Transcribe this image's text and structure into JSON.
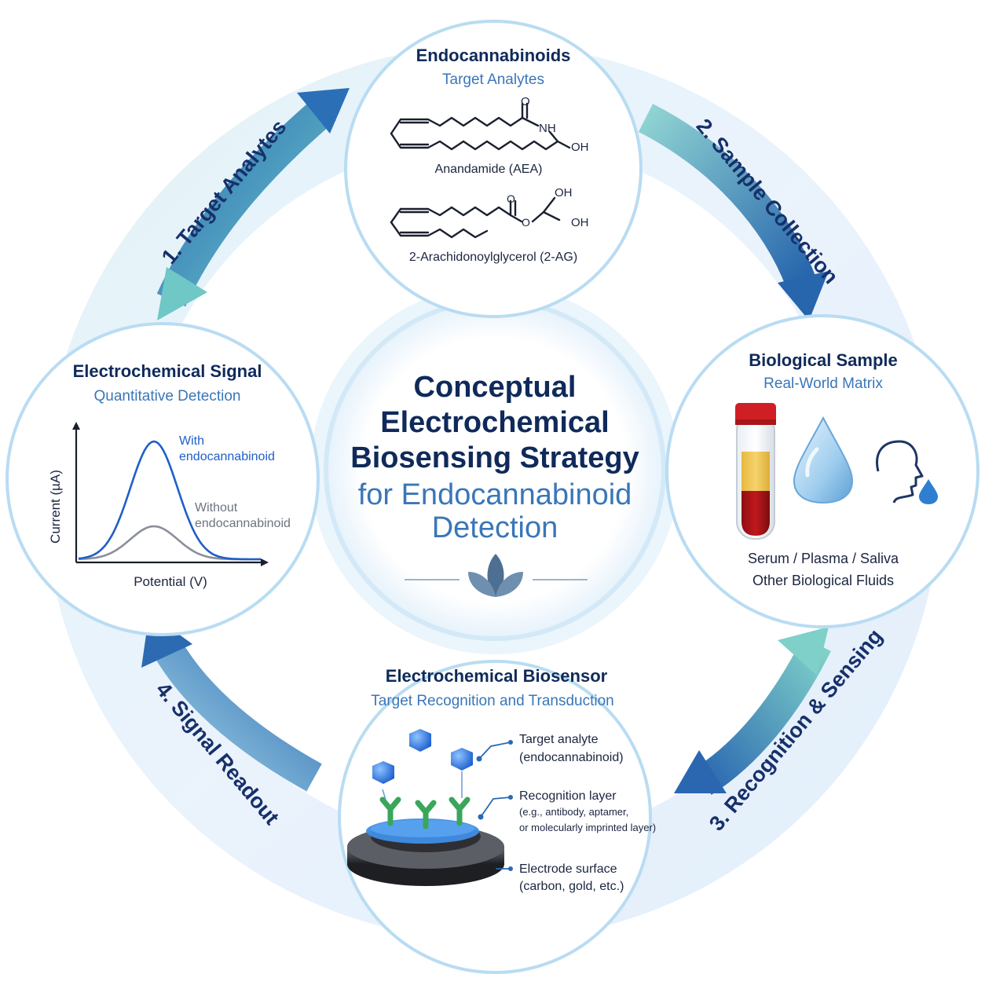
{
  "center": {
    "line1": "Conceptual",
    "line2": "Electrochemical",
    "line3": "Biosensing Strategy",
    "line4": "for Endocannabinoid",
    "line5": "Detection"
  },
  "top_node": {
    "title": "Endocannabinoids",
    "subtitle": "Target Analytes",
    "aea_label": "Anandamide (AEA)",
    "ag_label": "2-Arachidonoylglycerol (2-AG)",
    "atom_o": "O",
    "atom_nh": "NH",
    "atom_oh": "OH"
  },
  "right_node": {
    "title": "Biological Sample",
    "subtitle": "Real-World Matrix",
    "line1": "Serum / Plasma / Saliva",
    "line2": "Other Biological Fluids"
  },
  "bottom_node": {
    "title": "Electrochemical Biosensor",
    "subtitle": "Target Recognition and Transduction",
    "label_target_1": "Target analyte",
    "label_target_2": "(endocannabinoid)",
    "label_recog_1": "Recognition layer",
    "label_recog_2": "(e.g., antibody, aptamer,",
    "label_recog_3": "or molecularly imprinted layer)",
    "label_electrode_1": "Electrode surface",
    "label_electrode_2": "(carbon, gold, etc.)"
  },
  "left_node": {
    "title": "Electrochemical Signal",
    "subtitle": "Quantitative Detection",
    "ylabel": "Current (µA)",
    "xlabel": "Potential (V)",
    "with_1": "With",
    "with_2": "endocannabinoid",
    "without_1": "Without",
    "without_2": "endocannabinoid"
  },
  "arrows": {
    "step1": "1. Target Analytes",
    "step2": "2. Sample Collection",
    "step3": "3. Recognition & Sensing",
    "step4": "4. Signal Readout"
  },
  "colors": {
    "title": "#0f2a5a",
    "subtitle": "#3a76b8",
    "arrow_dark": "#2a6fb6",
    "arrow_teal": "#6cc5c8",
    "ring": "#cfe6f6",
    "node_border": "#b9dcf2",
    "with_curve": "#1f5fc8",
    "without_curve": "#8a8f99"
  },
  "chart_data": {
    "type": "line",
    "xlabel": "Potential (V)",
    "ylabel": "Current (µA)",
    "series": [
      {
        "name": "With endocannabinoid",
        "shape": "gaussian",
        "peak_rel": 1.0,
        "color": "#1f5fc8"
      },
      {
        "name": "Without endocannabinoid",
        "shape": "gaussian",
        "peak_rel": 0.28,
        "color": "#8a8f99"
      }
    ],
    "grid": false,
    "legend": "inline-right"
  }
}
